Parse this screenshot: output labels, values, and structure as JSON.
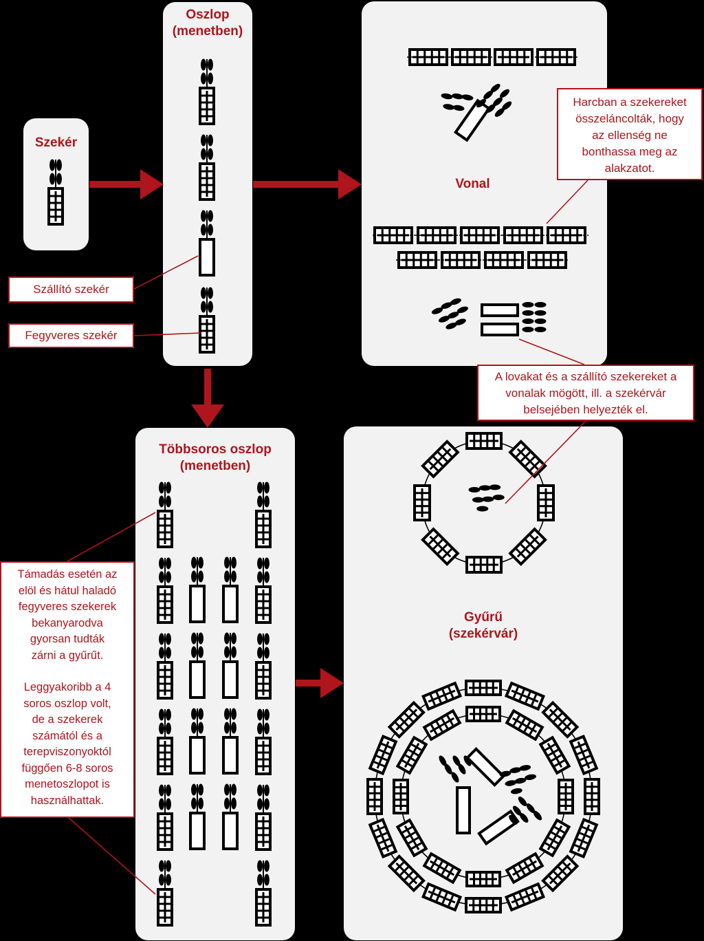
{
  "colors": {
    "accent": "#b0141c",
    "panel": "#f2f2f2",
    "background": "#000000"
  },
  "panels": {
    "szeker": {
      "title": "Szekér"
    },
    "oszlop": {
      "title_line1": "Oszlop",
      "title_line2": "(menetben)"
    },
    "vonal": {
      "title": "Vonal"
    },
    "tobbsoros": {
      "title_line1": "Többsoros oszlop",
      "title_line2": "(menetben)"
    },
    "gyuru": {
      "title_line1": "Gyűrű",
      "title_line2": "(szekérvár)"
    }
  },
  "callouts": {
    "szallito": "Szállító szekér",
    "fegyveres": "Fegyveres szekér",
    "harcban": [
      "Harcban a szekereket",
      "összeláncolták, hogy",
      "az ellenség ne",
      "bonthassa meg az",
      "alakzatot."
    ],
    "lovakat": [
      "A lovakat és a szállító szekereket a",
      "vonalak mögött, ill. a szekérvár",
      "belsejében helyezték el."
    ],
    "tamadas": [
      "Támadás esetén az",
      "elöl és hátul haladó",
      "fegyveres szekerek",
      "bekanyarodva",
      "gyorsan tudták",
      "zárni a gyűrűt.",
      "",
      "Leggyakoribb a 4",
      "soros oszlop volt,",
      "de a szekerek",
      "számától és a",
      "terepviszonyoktól",
      "függően 6-8 soros",
      "menetoszlopot is",
      "használhattak."
    ]
  }
}
